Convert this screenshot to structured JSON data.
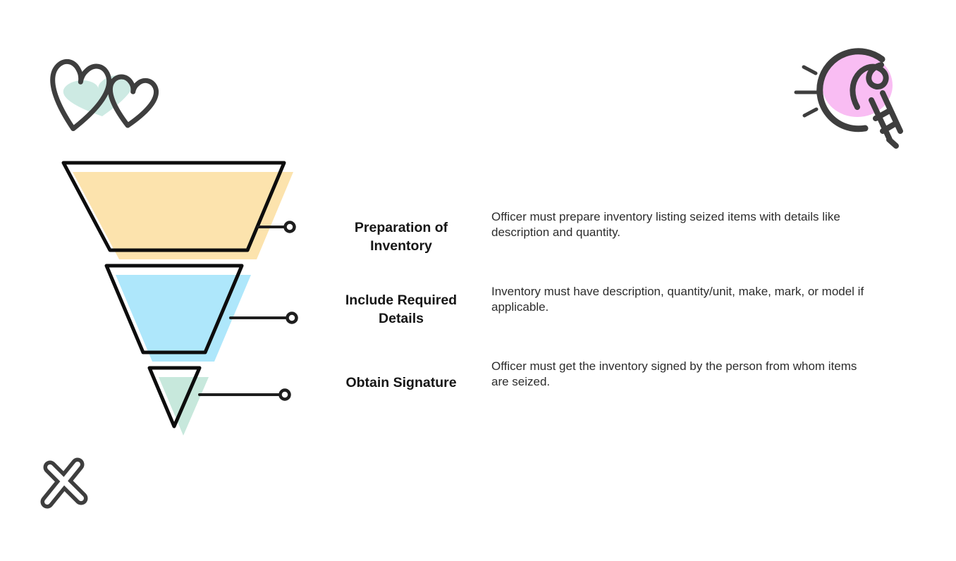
{
  "colors": {
    "background": "#ffffff",
    "funnel_outline": "#0d0d0d",
    "connector": "#1e1e1e",
    "doodle_stroke": "#3e3e3e",
    "tier1_fill": "#fce3ad",
    "tier2_fill": "#aee7fb",
    "tier3_fill": "#c7e8dc",
    "heart_fill": "#cdeae3",
    "bulb_fill": "#f9bdf3",
    "title_text": "#161616",
    "body_text": "#2d2d2d"
  },
  "funnel": {
    "type": "funnel",
    "steps": [
      {
        "title": "Preparation of\nInventory",
        "description": "Officer must prepare inventory listing seized items with details like\ndescription and quantity."
      },
      {
        "title": "Include Required\nDetails",
        "description": "Inventory must have description, quantity/unit, make, mark, or model if\napplicable."
      },
      {
        "title": "Obtain Signature",
        "description": "Officer must get the inventory signed by the person from whom items\nare seized."
      }
    ]
  },
  "decorations": {
    "icons": [
      "hearts-icon",
      "lightbulb-icon",
      "cross-icon"
    ]
  }
}
